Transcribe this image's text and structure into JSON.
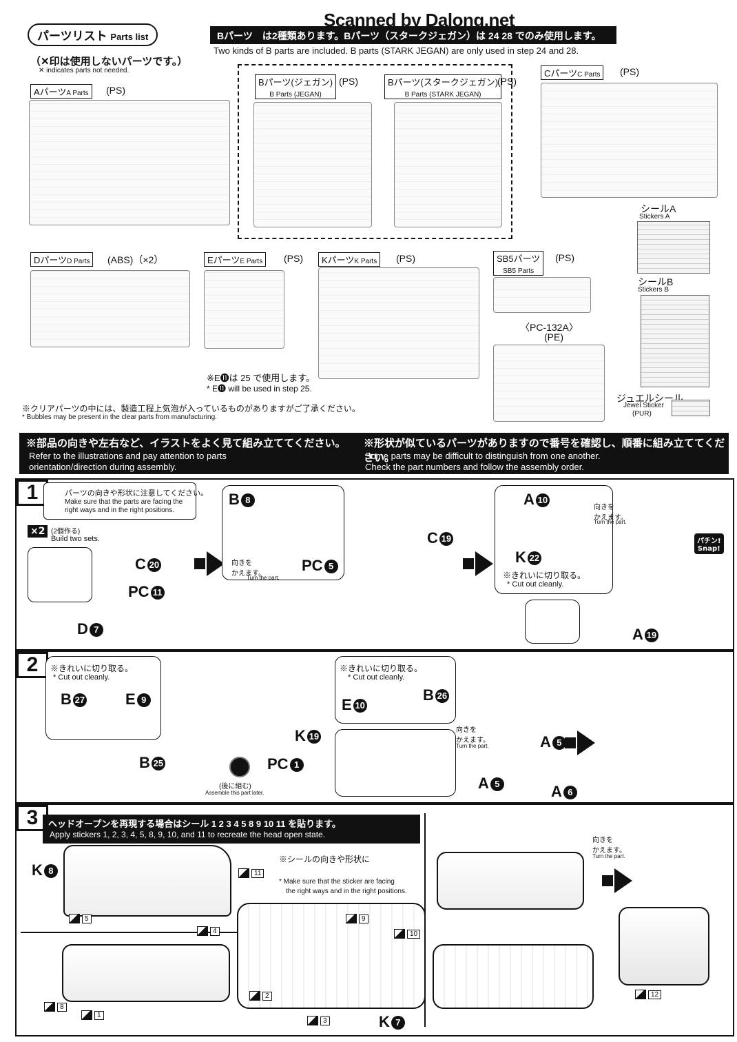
{
  "watermark": "Scanned by Dalong.net",
  "parts_list": {
    "title_jp": "パーツリスト",
    "title_en": "Parts list",
    "x_note_jp": "（✕印は使用しないパーツです。）",
    "x_note_en": "✕ indicates parts not needed.",
    "b_notice_jp": "Bパーツ　は2種類あります。Bパーツ（スタークジェガン）は 24 28 でのみ使用します。",
    "b_notice_en": "Two kinds of B parts are included. B parts (STARK JEGAN) are only used in step 24 and 28.",
    "runners": [
      {
        "label": "Aパーツ",
        "sub": "A Parts",
        "mat": "(PS)"
      },
      {
        "label": "Bパーツ(ジェガン)",
        "sub": "B Parts (JEGAN)",
        "mat": "(PS)"
      },
      {
        "label": "Bパーツ(スタークジェガン)",
        "sub": "B Parts (STARK JEGAN)",
        "mat": "(PS)"
      },
      {
        "label": "Cパーツ",
        "sub": "C Parts",
        "mat": "(PS)"
      },
      {
        "label": "Dパーツ",
        "sub": "D Parts",
        "mat": "(ABS)（×2）"
      },
      {
        "label": "Eパーツ",
        "sub": "E Parts",
        "mat": "(PS)"
      },
      {
        "label": "Kパーツ",
        "sub": "K Parts",
        "mat": "(PS)"
      },
      {
        "label": "SB5パーツ",
        "sub": "SB5 Parts",
        "mat": "(PS)"
      }
    ],
    "pc": {
      "label": "〈PC-132A〉",
      "mat": "(PE)"
    },
    "stickerA": {
      "jp": "シールA",
      "en": "Stickers A"
    },
    "stickerB": {
      "jp": "シールB",
      "en": "Stickers B"
    },
    "jewel": {
      "jp": "ジュエルシール",
      "en": "Jewel Sticker",
      "mat": "(PUR)"
    },
    "e11_note_jp": "※E⓫は 25 で使用します。",
    "e11_note_en": "* E⓫ will be used in step 25.",
    "bubble_jp": "※クリアパーツの中には、製造工程上気泡が入っているものがありますがご了承ください。",
    "bubble_en": "* Bubbles may be present in the clear parts from manufacturing."
  },
  "banner": {
    "left_jp": "※部品の向きや左右など、イラストをよく見て組み立ててください。",
    "left_en1": "Refer to the illustrations and pay attention to parts",
    "left_en2": "orientation/direction during assembly.",
    "right_jp": "※形状が似ているパーツがありますので番号を確認し、順番に組み立ててください。",
    "right_en1": "Some parts may be difficult to distinguish from one another.",
    "right_en2": "Check the part numbers and follow the assembly order."
  },
  "step1": {
    "num": "1",
    "caution_jp": "パーツの向きや形状に注意してください。",
    "caution_en1": "Make sure that the parts are facing the",
    "caution_en2": "right ways and in the right positions.",
    "x2": "×2",
    "build_jp": "(2個作る)",
    "build_en": "Build two sets.",
    "parts": {
      "c20": "C",
      "c20n": "20",
      "pc11": "PC",
      "pc11n": "11",
      "d7": "D",
      "d7n": "7",
      "b8": "B",
      "b8n": "8",
      "pc5": "PC",
      "pc5n": "5",
      "c19": "C",
      "c19n": "19",
      "a10": "A",
      "a10n": "10",
      "k22": "K",
      "k22n": "22",
      "a19": "A",
      "a19n": "19"
    },
    "turn_jp": "向きを\nかえます。",
    "turn_en": "Turn the part.",
    "cut_jp": "※きれいに切り取る。",
    "cut_en": "* Cut out cleanly.",
    "snap_jp": "パチン!",
    "snap_en": "Snap!"
  },
  "step2": {
    "num": "2",
    "cut_jp": "※きれいに切り取る。",
    "cut_en": "* Cut out cleanly.",
    "parts": {
      "b27": "B",
      "b27n": "27",
      "e9": "E",
      "e9n": "9",
      "b25": "B",
      "b25n": "25",
      "k19": "K",
      "k19n": "19",
      "pc1": "PC",
      "pc1n": "1",
      "e10": "E",
      "e10n": "10",
      "b26": "B",
      "b26n": "26",
      "a5a": "A",
      "a5an": "5",
      "a5b": "A",
      "a5bn": "5",
      "a6": "A",
      "a6n": "6"
    },
    "later_jp": "(後に組む)",
    "later_en": "Assemble this part later.",
    "turn_jp": "向きを\nかえます。",
    "turn_en": "Turn the part."
  },
  "step3": {
    "num": "3",
    "head_jp": "ヘッドオープンを再現する場合はシール 1 2 3 4 5 8 9 10 11 を貼ります。",
    "head_en": "Apply stickers 1, 2, 3, 4, 5, 8, 9, 10, and 11 to recreate the head open state.",
    "note_jp": "※シールの向きや形状に",
    "note_en1": "* Make sure that the sticker are facing",
    "note_en2": "the right ways and in the right positions.",
    "turn_jp": "向きを\nかえます。",
    "turn_en": "Turn the part.",
    "k8": "K",
    "k8n": "8",
    "k7": "K",
    "k7n": "7",
    "stickers": [
      "11",
      "5",
      "4",
      "8",
      "1",
      "9",
      "10",
      "2",
      "3",
      "12"
    ]
  }
}
